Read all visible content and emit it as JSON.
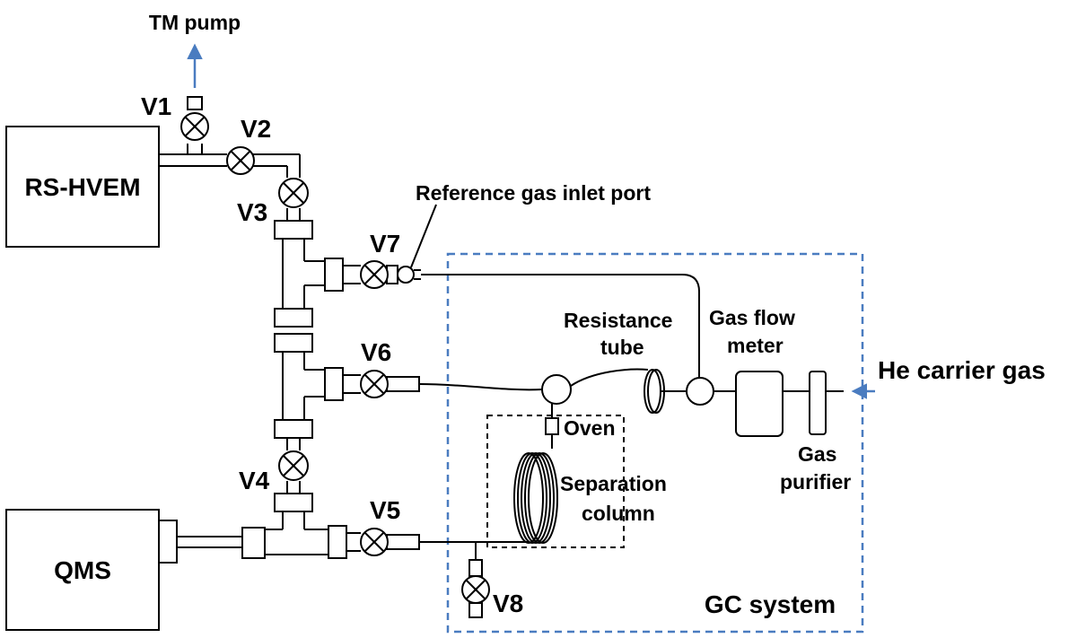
{
  "labels": {
    "tm_pump": "TM pump",
    "rs_hvem": "RS-HVEM",
    "qms": "QMS",
    "v1": "V1",
    "v2": "V2",
    "v3": "V3",
    "v4": "V4",
    "v5": "V5",
    "v6": "V6",
    "v7": "V7",
    "v8": "V8",
    "ref_gas_inlet": "Reference gas inlet port",
    "resistance_tube_1": "Resistance",
    "resistance_tube_2": "tube",
    "gas_flow_meter_1": "Gas flow",
    "gas_flow_meter_2": "meter",
    "he_carrier_gas": "He carrier gas",
    "oven": "Oven",
    "separation_column_1": "Separation",
    "separation_column_2": "column",
    "gas_purifier_1": "Gas",
    "gas_purifier_2": "purifier",
    "gc_system": "GC system"
  },
  "colors": {
    "arrow": "#4a7cc0",
    "gc_border": "#4a7cc0",
    "line": "#000000"
  },
  "icons": {
    "valve": "valve-icon",
    "arrow": "arrow-icon"
  }
}
